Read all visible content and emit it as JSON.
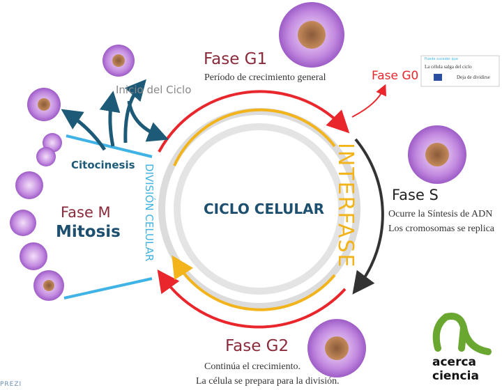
{
  "center_title": "CICLO CELULAR",
  "interfase_label": "INTERFASE",
  "division_label": "DIVISIÓN CELULAR",
  "inicio": "Inicio del Ciclo",
  "citocinesis": "Citocinesis",
  "fase_m": "Fase M",
  "mitosis": "Mitosis",
  "g1": {
    "title": "Fase G1",
    "desc": "Período de crecimiento general"
  },
  "g0": {
    "title": "Fase G0",
    "note_header": "Puede suceder que",
    "option1": "La célula salga del ciclo",
    "option2": "Deja de dividirse"
  },
  "s": {
    "title": "Fase S",
    "desc1": "Ocurre la Síntesis de ADN",
    "desc2": "Los cromosomas se replica"
  },
  "g2": {
    "title": "Fase G2",
    "desc1": "Continúa el crecimiento.",
    "desc2": "La célula se prepara para la división."
  },
  "logo": {
    "line1": "acerca",
    "line2": "ciencia"
  },
  "watermark": "PREZI",
  "colors": {
    "red": "#e8262b",
    "yellow": "#f2b31b",
    "blue": "#3fb2e6",
    "dark_blue": "#1d4f6e",
    "maroon": "#8a2a3a",
    "green": "#6aa730",
    "cell": "#b57ad6"
  }
}
